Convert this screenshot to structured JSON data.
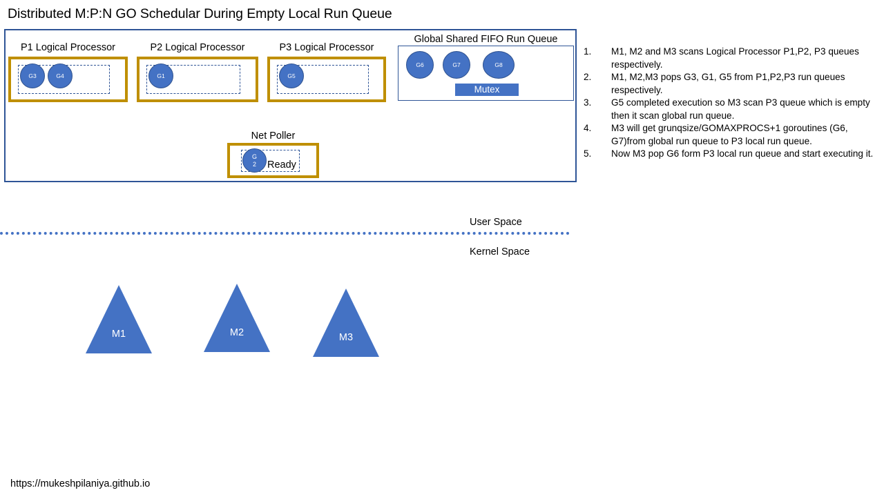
{
  "title": "Distributed M:P:N GO Schedular During Empty Local Run Queue",
  "processors": [
    {
      "label": "P1 Logical Processor",
      "goroutines": [
        "G3",
        "G4"
      ]
    },
    {
      "label": "P2 Logical Processor",
      "goroutines": [
        "G1"
      ]
    },
    {
      "label": "P3 Logical Processor",
      "goroutines": [
        "G5"
      ]
    }
  ],
  "global_queue": {
    "label": "Global Shared FIFO Run Queue",
    "goroutines": [
      "G6",
      "G7",
      "G8"
    ],
    "mutex_label": "Mutex"
  },
  "net_poller": {
    "label": "Net Poller",
    "goroutine_line1": "G",
    "goroutine_line2": "2",
    "state_label": "Ready"
  },
  "steps": [
    {
      "number": "1.",
      "text": "M1, M2 and M3 scans Logical Processor P1,P2, P3 queues respectively."
    },
    {
      "number": "2.",
      "text": "M1, M2,M3 pops G3, G1, G5  from P1,P2,P3 run queues respectively."
    },
    {
      "number": "3.",
      "text": "G5 completed execution so M3 scan P3 queue which is empty then it scan global run queue."
    },
    {
      "number": "4.",
      "text": "M3 will get grunqsize/GOMAXPROCS+1 goroutines (G6, G7)from global run queue to P3 local run queue."
    },
    {
      "number": "5.",
      "text": "Now M3 pop G6 form P3 local run queue and start executing it."
    }
  ],
  "spaces": {
    "user_space": "User Space",
    "kernel_space": "Kernel Space"
  },
  "machines": [
    {
      "label": "M1"
    },
    {
      "label": "M2"
    },
    {
      "label": "M3"
    }
  ],
  "footer": {
    "url": "https://mukeshpilaniya.github.io"
  },
  "colors": {
    "container_border": "#2e5496",
    "processor_border": "#bf8f00",
    "goroutine_fill": "#4472c4",
    "divider": "#4472c4",
    "triangle_fill": "#4472c4"
  }
}
